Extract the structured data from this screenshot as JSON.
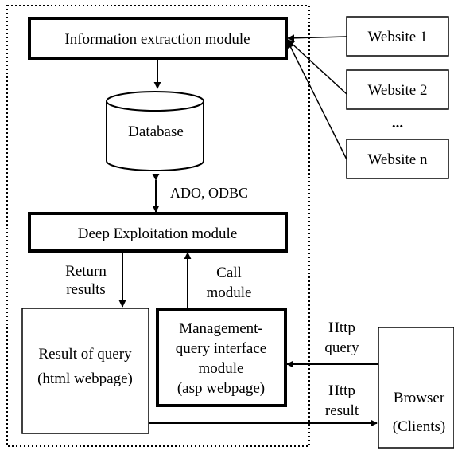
{
  "modules": {
    "info_extraction": "Information extraction module",
    "database": "Database",
    "deep_exploitation": "Deep Exploitation module",
    "management": [
      "Management-",
      "query interface",
      "module",
      "(asp webpage)"
    ],
    "result": [
      "Result of query",
      "(html webpage)"
    ],
    "browser": [
      "Browser",
      "(Clients)"
    ]
  },
  "websites": {
    "site1": "Website 1",
    "site2": "Website 2",
    "ellipsis": "...",
    "siten": "Website n"
  },
  "edge_labels": {
    "ado_odbc": "ADO, ODBC",
    "return_results": [
      "Return",
      "results"
    ],
    "call_module": [
      "Call",
      "module"
    ],
    "http_query": [
      "Http",
      "query"
    ],
    "http_result": [
      "Http",
      "result"
    ]
  }
}
